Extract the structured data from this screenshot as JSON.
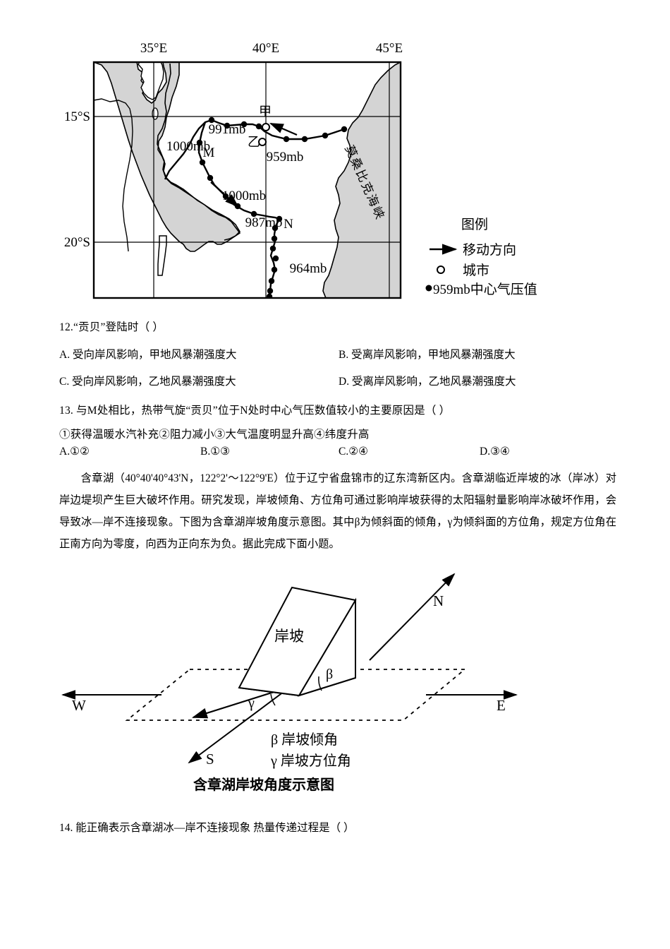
{
  "figure_map": {
    "name": "tropical-cyclone-idai-track-map",
    "lon_labels": [
      "35°E",
      "40°E",
      "45°E"
    ],
    "lat_labels": [
      "15°S",
      "20°S"
    ],
    "pressure_labels": [
      "991mb",
      "1000mb",
      "959mb",
      "1000mb",
      "987mb",
      "964mb"
    ],
    "point_labels": [
      "甲",
      "乙",
      "M",
      "N"
    ],
    "sea_label": "莫桑比克海峡",
    "legend": {
      "title": "图例",
      "items": [
        {
          "icon": "arrow",
          "label": "移动方向"
        },
        {
          "icon": "open-circle",
          "label": "城市"
        },
        {
          "icon": "filled-dot",
          "label": "959mb中心气压值"
        }
      ]
    }
  },
  "question12": {
    "stem": "12.“贡贝”登陆时（    ）",
    "options": [
      "A. 受向岸风影响，甲地风暴潮强度大",
      "B. 受离岸风影响，甲地风暴潮强度大",
      "C. 受向岸风影响，乙地风暴潮强度大",
      "D. 受离岸风影响，乙地风暴潮强度大"
    ]
  },
  "question13": {
    "stem": "13. 与M处相比，热带气旋“贡贝”位于N处时中心气压数值较小的主要原因是（    ）",
    "items": "①获得温暖水汽补充②阻力减小③大气温度明显升高④纬度升高",
    "options": [
      "A.①②",
      "B.①③",
      "C.②④",
      "D.③④"
    ]
  },
  "passage": {
    "text": "含章湖（40°40'40°43'N，122°2'～122°9'E）位于辽宁省盘锦市的辽东湾新区内。含章湖临近岸坡的冰（岸冰）对岸边堤坝产生巨大破坏作用。研究发现，岸坡倾角、方位角可通过影响岸坡获得的太阳辐射量影响岸冰破坏作用，会导致冰—岸不连接现象。下图为含章湖岸坡角度示意图。其中β为倾斜面的倾角，γ为倾斜面的方位角，规定方位角在正南方向为零度，向西为正向东为负。据此完成下面小题。"
  },
  "figure_slope": {
    "name": "slope-angle-schematic",
    "compass": {
      "north": "N",
      "south": "S",
      "east": "E",
      "west": "W"
    },
    "body_label": "岸坡",
    "angle_beta": "β",
    "angle_gamma": "γ",
    "legend_lines": [
      "β 岸坡倾角",
      "γ 岸坡方位角"
    ],
    "caption": "含章湖岸坡角度示意图"
  },
  "question14": {
    "stem": "14. 能正确表示含章湖冰—岸不连接现象  热量传递过程是（    ）"
  },
  "colors": {
    "land_fill": "#d4d4d4",
    "line": "#000000",
    "page_bg": "#ffffff"
  }
}
